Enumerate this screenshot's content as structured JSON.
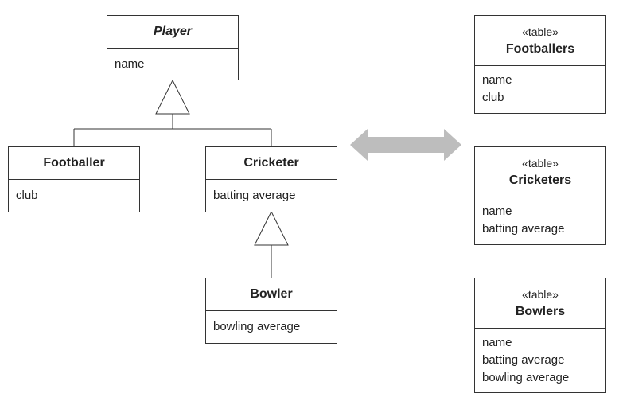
{
  "classes": {
    "player": {
      "name": "Player",
      "attributes": [
        "name"
      ]
    },
    "footballer": {
      "name": "Footballer",
      "attributes": [
        "club"
      ]
    },
    "cricketer": {
      "name": "Cricketer",
      "attributes": [
        "batting average"
      ]
    },
    "bowler": {
      "name": "Bowler",
      "attributes": [
        "bowling average"
      ]
    }
  },
  "tables": {
    "footballers": {
      "stereotype": "«table»",
      "name": "Footballers",
      "columns": [
        "name",
        "club"
      ]
    },
    "cricketers": {
      "stereotype": "«table»",
      "name": "Cricketers",
      "columns": [
        "name",
        "batting average"
      ]
    },
    "bowlers": {
      "stereotype": "«table»",
      "name": "Bowlers",
      "columns": [
        "name",
        "batting average",
        "bowling average"
      ]
    }
  },
  "colors": {
    "line": "#333333",
    "mapping_arrow": "#bdbdbd"
  }
}
